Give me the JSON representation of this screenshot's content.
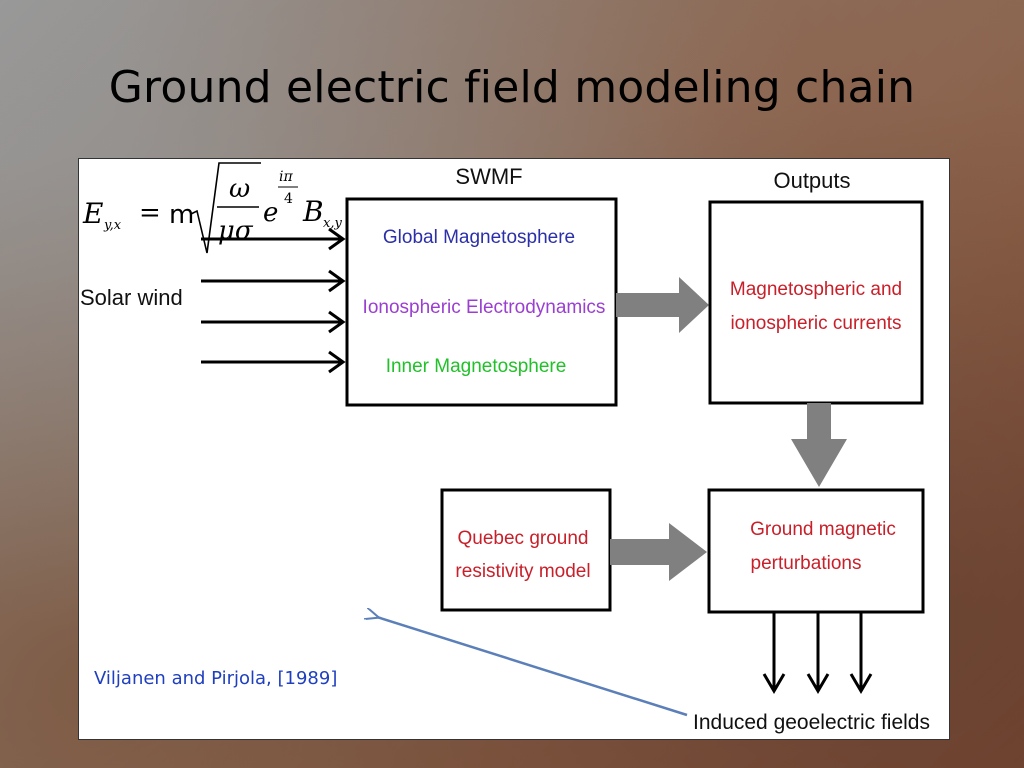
{
  "slide": {
    "title": "Ground electric field modeling chain"
  },
  "diagram": {
    "swmf_header": "SWMF",
    "outputs_header": "Outputs",
    "solar_wind": "Solar wind",
    "swmf_components": [
      {
        "label": "Global Magnetosphere",
        "color": "#2b2fa8"
      },
      {
        "label": "Ionospheric Electrodynamics",
        "color": "#9a3fd0"
      },
      {
        "label": "Inner Magnetosphere",
        "color": "#22c02a"
      }
    ],
    "outputs_box": {
      "line1": "Magnetospheric and",
      "line2": "ionospheric currents",
      "color": "#c8202a"
    },
    "ground_box": {
      "line1": "Ground magnetic",
      "line2": "perturbations",
      "color": "#c8202a"
    },
    "quebec_box": {
      "line1": "Quebec ground",
      "line2": "resistivity model",
      "color": "#c8202a"
    },
    "induced_label": "Induced geoelectric fields",
    "citation": "Viljanen and Pirjola, [1989]",
    "formula": {
      "E": "E",
      "E_sub": "y,x",
      "equals": "=",
      "m": "m",
      "omega": "ω",
      "musigma": "μσ",
      "e": "e",
      "exp_num": "iπ",
      "exp_den": "4",
      "B": "B",
      "B_sub": "x,y"
    }
  }
}
